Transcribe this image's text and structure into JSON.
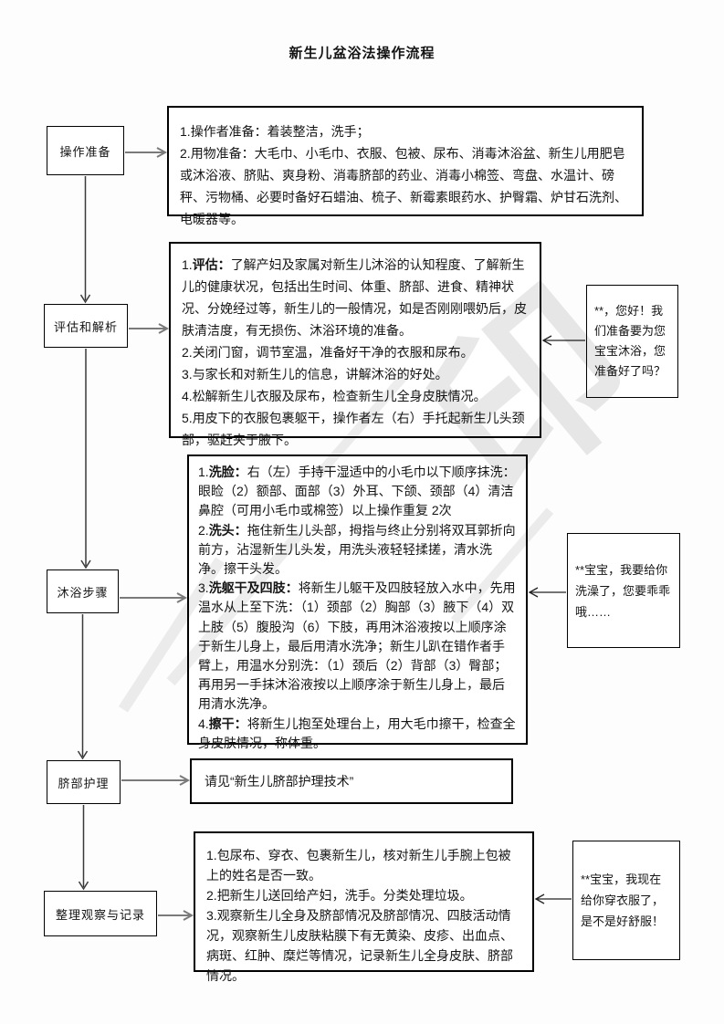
{
  "title": "新生儿盆浴法操作流程",
  "watermark": {
    "glyph": "印"
  },
  "flow_steps": [
    {
      "label": "操作准备"
    },
    {
      "label": "评估和解析"
    },
    {
      "label": "沐浴步骤"
    },
    {
      "label": "脐部护理"
    },
    {
      "label": "整理观察与记录"
    }
  ],
  "detail_boxes": {
    "preparation": {
      "items": [
        {
          "num": "1.",
          "bold": "",
          "text": "操作者准备：着装整洁，洗手；"
        },
        {
          "num": "2.",
          "bold": "",
          "text": "用物准备：大毛巾、小毛巾、衣服、包被、尿布、消毒沐浴盆、新生儿用肥皂或沐浴液、脐贴、爽身粉、消毒脐部的药业、消毒小棉签、弯盘、水温计、磅秤、污物桶、必要时备好石蜡油、梳子、新霉素眼药水、护臀霜、炉甘石洗剂、电暖器等。"
        }
      ]
    },
    "assessment": {
      "items": [
        {
          "num": "1.",
          "bold": "评估：",
          "text": "了解产妇及家属对新生儿沐浴的认知程度、了解新生儿的健康状况，包括出生时间、体重、脐部、进食、精神状况、分娩经过等，新生儿的一般情况，如是否刚刚喂奶后，皮肤清洁度，有无损伤、沐浴环境的准备。"
        },
        {
          "num": "2.",
          "bold": "",
          "text": "关闭门窗，调节室温，准备好干净的衣服和尿布。"
        },
        {
          "num": "3.",
          "bold": "",
          "text": "与家长和对新生儿的信息，讲解沐浴的好处。"
        },
        {
          "num": "4.",
          "bold": "",
          "text": "松解新生儿衣服及尿布，检查新生儿全身皮肤情况。"
        },
        {
          "num": "5.",
          "bold": "",
          "text": "用皮下的衣服包裹躯干，操作者左（右）手托起新生儿头颈部，驱赶夹于腋下。"
        }
      ]
    },
    "bathing": {
      "items": [
        {
          "num": "1.",
          "bold": "洗脸：",
          "text": "右（左）手持干湿适中的小毛巾以下顺序抹洗：眼睑（2）额部、面部（3）外耳、下颌、颈部（4）清洁鼻腔（可用小毛巾或棉签）以上操作重复 2次"
        },
        {
          "num": "2.",
          "bold": "洗头：",
          "text": "拖住新生儿头部，拇指与终止分别将双耳郭折向前方，沾湿新生儿头发，用洗头液轻轻揉搓，清水洗净。擦干头发。"
        },
        {
          "num": "3.",
          "bold": "洗躯干及四肢：",
          "text": "将新生儿躯干及四肢轻放入水中，先用温水从上至下洗：（1）颈部（2）胸部（3）腋下（4）双上肢（5）腹股沟（6）下肢，再用沐浴液按以上顺序涂于新生儿身上，最后用清水洗净；新生儿趴在错作者手臂上，用温水分别洗：（1）颈后（2）背部（3）臀部；再用另一手抹沐浴液按以上顺序涂于新生儿身上，最后用清水洗净。"
        },
        {
          "num": "4.",
          "bold": "擦干：",
          "text": "将新生儿抱至处理台上，用大毛巾擦干，检查全身皮肤情况，称体重。"
        }
      ]
    },
    "cord_care": {
      "text": "请见“新生儿脐部护理技术”"
    },
    "tidy_record": {
      "items": [
        {
          "num": "1.",
          "bold": "",
          "text": "包尿布、穿衣、包裹新生儿，核对新生儿手腕上包被上的姓名是否一致。"
        },
        {
          "num": "2.",
          "bold": "",
          "text": "把新生儿送回给产妇，洗手。分类处理垃圾。"
        },
        {
          "num": "3.",
          "bold": "",
          "text": "观察新生儿全身及脐部情况及脐部情况、四肢活动情况，观察新生儿皮肤粘膜下有无黄染、皮疹、出血点、病斑、红肿、糜烂等情况，记录新生儿全身皮肤、脐部情况。"
        }
      ]
    }
  },
  "dialogues": [
    {
      "text": "**，您好！我们准备要为您宝宝沐浴，您准备好了吗？"
    },
    {
      "text": "**宝宝，我要给你洗澡了，您要乖乖哦……"
    },
    {
      "text": "**宝宝，我现在给你穿衣服了，是不是好舒服！"
    }
  ]
}
